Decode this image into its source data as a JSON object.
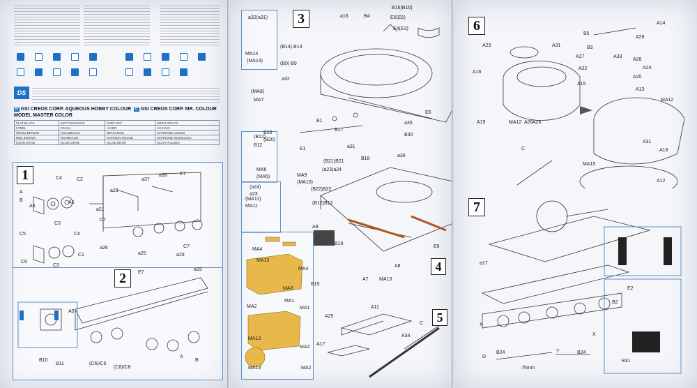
{
  "pages": {
    "left": {
      "header": {
        "paint_title_1": "GSI CREOS CORP. AQUEOUS HOBBY COLOUR",
        "paint_title_2": "GSI CREOS CORP. MR. COLOUR",
        "model_master": "MODEL MASTER COLOR",
        "h_badge": "H",
        "c_badge": "C"
      },
      "paint_rows": [
        [
          "FLAT BLACK",
          "MATTSCHWARZ",
          "NOIR MAT",
          "NERO OPACO"
        ],
        [
          "STEEL",
          "STAHL",
          "ACIER",
          "ACCIAIO"
        ],
        [
          "WOOD BROWN",
          "HOLZBRAUN",
          "BRUN BOIS",
          "MARRONE LEGNO"
        ],
        [
          "RED BROWN",
          "ROTBRAUN",
          "MARRON ROUGE",
          "MARRONE ROSSICCIO"
        ],
        [
          "OLIVE DRAB",
          "OLIVE DRAB",
          "OLIVE DRAB",
          "OLIVA PALLIDO"
        ]
      ],
      "step1": {
        "number": "1",
        "labels": [
          "C4",
          "C2",
          "C5",
          "C3",
          "C1",
          "C6",
          "C3",
          "C4",
          "A5",
          "a37",
          "a38",
          "E7",
          "a29",
          "a21",
          "C7",
          "a26",
          "a25",
          "a29",
          "C7",
          "A5",
          "A",
          "B"
        ]
      },
      "step2": {
        "number": "2",
        "labels": [
          "E7",
          "a29",
          "A5",
          "B10",
          "B11",
          "(C6)/C5",
          "(C8)/C8",
          "A",
          "B"
        ]
      }
    },
    "middle": {
      "step3": {
        "number": "3",
        "labels": [
          "a32(a31)",
          "MA14",
          "(MA14)",
          "a16",
          "B4",
          "B16(B16)",
          "E5(E5)",
          "E4(E3)",
          "(B14) B14",
          "(B9) B9",
          "a32",
          "(MA8)",
          "MA7",
          "B1",
          "B20",
          "(B20)",
          "E1",
          "B17",
          "a35",
          "B30",
          "E6",
          "(B12)",
          "B12",
          "MA6",
          "(MA5)",
          "(a24)",
          "a23",
          "(MA11)",
          "MA11"
        ]
      },
      "step4": {
        "number": "4",
        "labels": [
          "a36",
          "(B21)B21",
          "(a23)a24",
          "MA9",
          "(MA10)",
          "(B22)B22",
          "(B12)B12",
          "A8",
          "B19",
          "A8",
          "B15",
          "A7",
          "MA13",
          "E6",
          "a31",
          "B18"
        ]
      },
      "photoetch": {
        "labels": [
          "MA4",
          "MA13",
          "MA4",
          "MA3",
          "MA1",
          "MA1",
          "MA2",
          "MA2",
          "MA13",
          "MA2",
          "MA13"
        ]
      },
      "step5": {
        "number": "5",
        "labels": [
          "A11",
          "A25",
          "A17",
          "A34",
          "C"
        ]
      }
    },
    "right": {
      "step6": {
        "number": "6",
        "labels": [
          "A14",
          "B5",
          "A29",
          "A23",
          "A31",
          "A27",
          "A33",
          "A28",
          "A22",
          "A24",
          "A16",
          "A15",
          "A20",
          "A13",
          "MA12",
          "A26",
          "A19",
          "MA12",
          "A26",
          "C",
          "MA15",
          "A31",
          "A18",
          "A12",
          "B3"
        ]
      },
      "step7": {
        "number": "7",
        "labels": [
          "a17",
          "X",
          "X",
          "B2",
          "E2",
          "B31",
          "D",
          "B24",
          "Y",
          "B24",
          "75mm"
        ]
      }
    }
  }
}
